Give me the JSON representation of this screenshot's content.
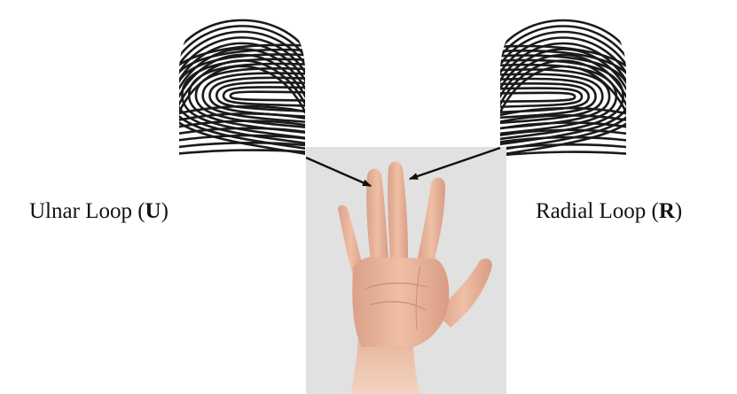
{
  "labels": {
    "left": {
      "text": "Ulnar Loop (",
      "letter": "U",
      "close": ")"
    },
    "right": {
      "text": "Radial Loop (",
      "letter": "R",
      "close": ")"
    }
  },
  "icons": {
    "left_print": "ulnar-loop-fingerprint-icon",
    "right_print": "radial-loop-fingerprint-icon",
    "hand": "left-hand-palm-photo"
  },
  "colors": {
    "ridge": "#1a1a1a",
    "background": "#ffffff",
    "photo_background": "#e4e4e4",
    "skin": "#e9b69c",
    "arrow": "#111111"
  }
}
